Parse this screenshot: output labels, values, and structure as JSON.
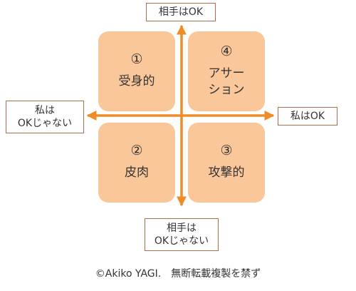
{
  "colors": {
    "quadrant_fill": "#f9c79a",
    "arrow": "#f08c28",
    "box_border": "#b26a4a"
  },
  "quadrants": {
    "q1": {
      "number": "①",
      "label": "受身的"
    },
    "q4": {
      "number": "④",
      "label": "アサー\nション"
    },
    "q2": {
      "number": "②",
      "label": "皮肉"
    },
    "q3": {
      "number": "③",
      "label": "攻撃的"
    }
  },
  "axis_labels": {
    "top": "相手はOK",
    "bottom": "相手は\nOKじゃない",
    "left": "私は\nOKじゃない",
    "right": "私はOK"
  },
  "copyright": "©Akiko YAGI.　無断転載複製を禁ず"
}
